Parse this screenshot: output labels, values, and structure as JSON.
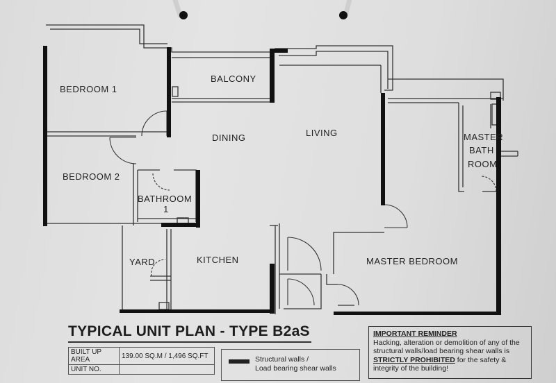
{
  "plan_title": "TYPICAL UNIT PLAN - TYPE B2aS",
  "rooms": {
    "bedroom1": "BEDROOM 1",
    "balcony": "BALCONY",
    "dining": "DINING",
    "living": "LIVING",
    "bedroom2": "BEDROOM 2",
    "bathroom1_line1": "BATHROOM",
    "bathroom1_line2": "1",
    "master_bath_line1": "MASTER",
    "master_bath_line2": "BATH",
    "master_bath_line3": "ROOM",
    "yard": "YARD",
    "kitchen": "KITCHEN",
    "master_bedroom": "MASTER BEDROOM"
  },
  "info_table": {
    "built_up_label": "BUILT UP AREA",
    "built_up_value": "139.00 SQ.M / 1,496 SQ.FT",
    "unit_no_label": "UNIT NO.",
    "unit_no_value": ""
  },
  "legend": {
    "line1": "Structural walls /",
    "line2": "Load bearing shear walls"
  },
  "reminder": {
    "heading": "IMPORTANT REMINDER",
    "text1": "Hacking, alteration or demolition of any of the structural walls/load bearing shear walls",
    "is": "is",
    "strong": "STRICTLY PROHIBITED",
    "text2": "for the safety & integrity of the building!"
  },
  "colors": {
    "paper": "#e0e0e0",
    "ink": "#222222",
    "structural_wall": "#111111"
  }
}
